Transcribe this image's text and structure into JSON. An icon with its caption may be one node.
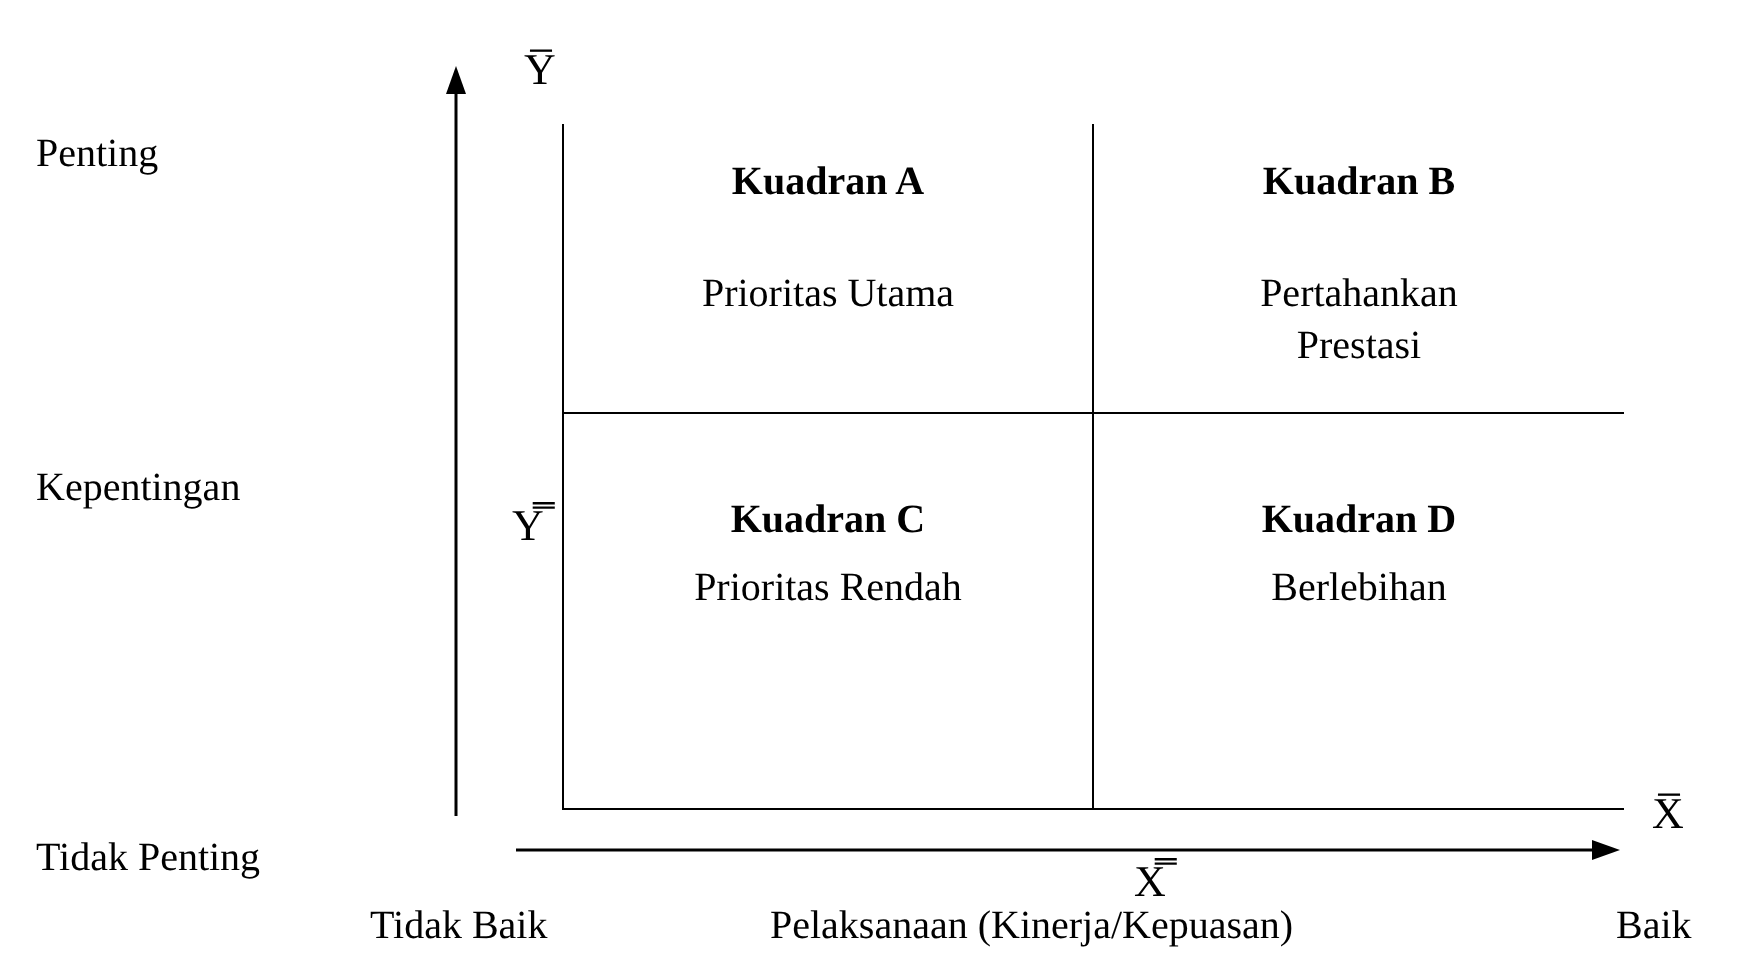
{
  "diagram": {
    "nodes": [
      {
        "text": [
          "Kuadran A",
          "Prioritas Utama"
        ]
      },
      {
        "text": [
          "Kuadran B",
          "Pertahankan Prestasi"
        ]
      },
      {
        "text": [
          "Kuadran C",
          "Prioritas Rendah"
        ]
      },
      {
        "text": [
          "Kuadran D",
          "Berlebihan"
        ]
      }
    ],
    "edges": [],
    "labels": [
      "Y̅",
      "Penting",
      "Kepentingan",
      "Y̿",
      "Tidak Penting",
      "X̅",
      "X̿",
      "Tidak Baik",
      "Pelaksanaan (Kinerja/Kepuasan)",
      "Baik"
    ]
  }
}
